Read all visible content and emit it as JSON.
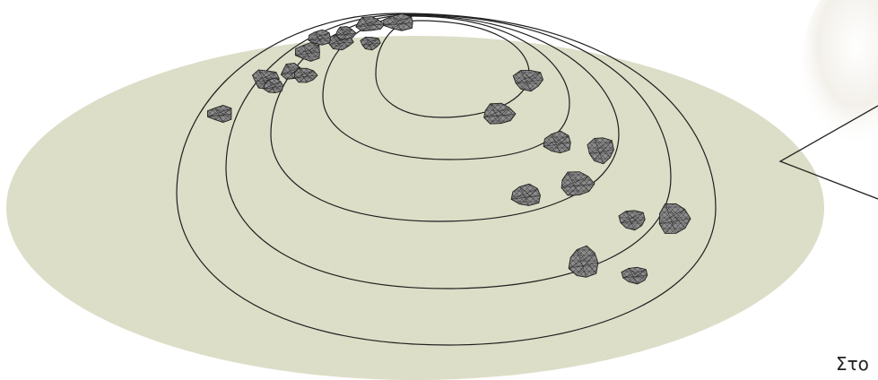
{
  "colors": {
    "plate": "#dfe0c9",
    "plate_shadow": "#cfd1b6",
    "ring_stroke": "#1f1f1f",
    "rock_fill": "#8c8c8c",
    "rock_mesh": "#222222",
    "corner_glow": "#f2efe8"
  },
  "illustration": {
    "ring_count": 5,
    "rock_count": 22
  },
  "caption": "Στο"
}
